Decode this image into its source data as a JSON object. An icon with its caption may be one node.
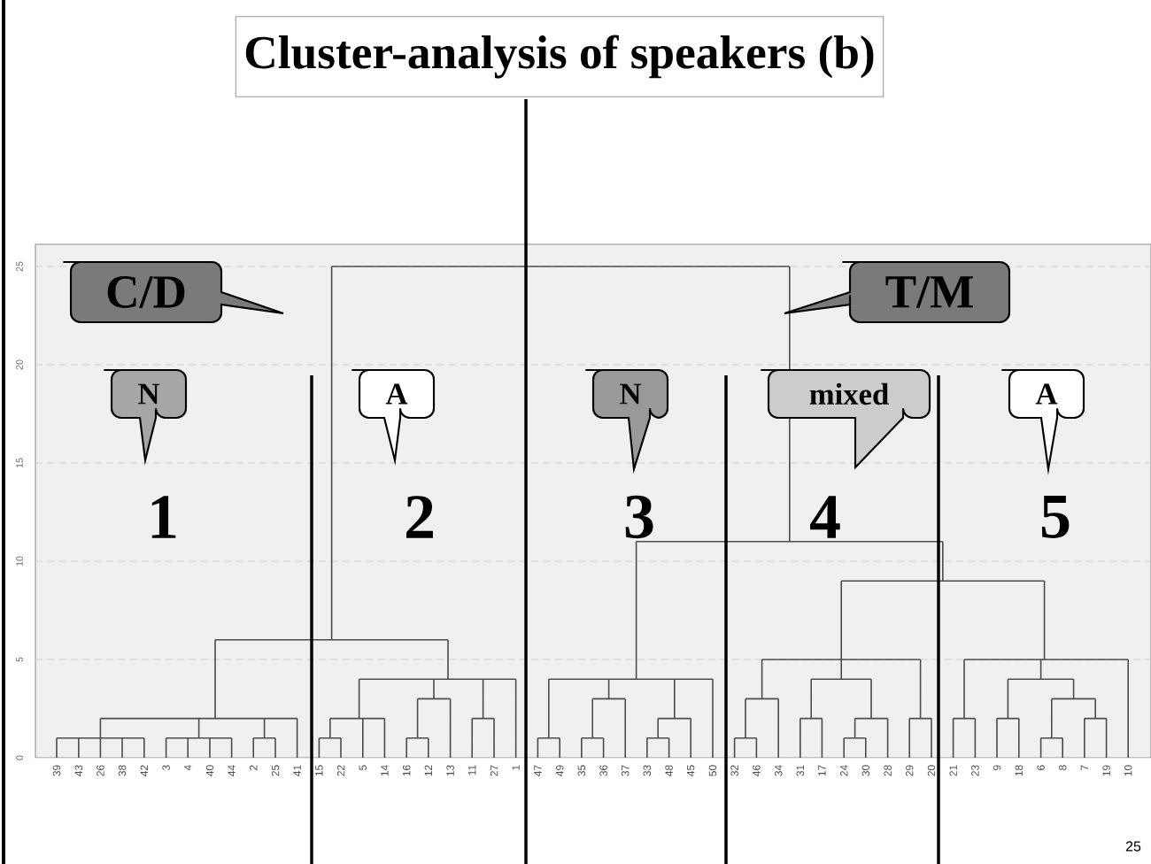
{
  "diagram": {
    "title": "Cluster-analysis of speakers (b)",
    "nodes": [
      {
        "text": [
          "C/D"
        ]
      },
      {
        "text": [
          "T/M"
        ]
      },
      {
        "text": [
          "N"
        ]
      },
      {
        "text": [
          "A"
        ]
      },
      {
        "text": [
          "N"
        ]
      },
      {
        "text": [
          "mixed"
        ]
      },
      {
        "text": [
          "A"
        ]
      }
    ],
    "labels": [
      "1",
      "2",
      "3",
      "4",
      "5",
      "25",
      "20",
      "15",
      "10",
      "5",
      "0",
      "39",
      "43",
      "26",
      "38",
      "42",
      "3",
      "4",
      "40",
      "44",
      "2",
      "25",
      "41",
      "15",
      "22",
      "5",
      "14",
      "16",
      "12",
      "13",
      "11",
      "27",
      "1",
      "47",
      "49",
      "35",
      "36",
      "37",
      "33",
      "48",
      "45",
      "50",
      "32",
      "46",
      "34",
      "31",
      "17",
      "24",
      "30",
      "28",
      "29",
      "20",
      "21",
      "23",
      "9",
      "18",
      "6",
      "8",
      "7",
      "19",
      "10",
      "25"
    ]
  }
}
